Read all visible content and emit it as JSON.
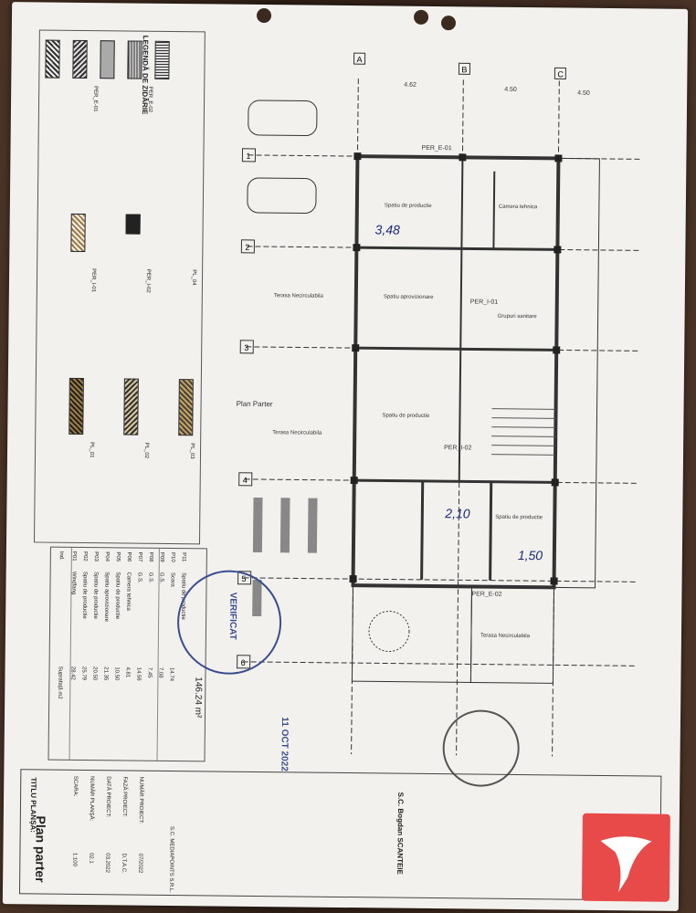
{
  "legend": {
    "title": "LEGENDĂ DE ZIDĂRIE",
    "items": [
      "PER_E-01",
      "PER_E-02",
      "PER_I-01",
      "PER_I-02",
      "PL_01",
      "PL_02",
      "PL_03",
      "PL_04"
    ]
  },
  "plan": {
    "axes_letters": [
      "A",
      "B",
      "C"
    ],
    "axes_numbers": [
      "1",
      "2",
      "3",
      "4",
      "5",
      "6"
    ],
    "dimensions_top": [
      "4.62",
      "4.50",
      "4.50"
    ],
    "rooms": [
      "Spatiu de productie",
      "Spatiu aprovizionare",
      "Spatiu de productie",
      "Spatiu de productie",
      "Grupuri sanitare",
      "Terasa Necirculabila",
      "Terasa Necirculabila",
      "Terasa Necirculabila",
      "Camera tehnica"
    ],
    "wall_labels": [
      "PER_E-01",
      "PER_E-02",
      "PER_I-01",
      "PER_I-02"
    ],
    "handwritten": [
      "3,48",
      "2,10",
      "1,50"
    ],
    "plan_title": "Plan Parter"
  },
  "area_table": {
    "headers": [
      "Ind.",
      "Suprafaţă m2"
    ],
    "rows": [
      {
        "ind": "P01",
        "name": "Windfang",
        "area": "28.42"
      },
      {
        "ind": "P02",
        "name": "Spatiu de productie",
        "area": "25.79"
      },
      {
        "ind": "P03",
        "name": "Spatiu de productie",
        "area": "20.50"
      },
      {
        "ind": "P04",
        "name": "Spatiu aprovizionare",
        "area": "21.35"
      },
      {
        "ind": "P05",
        "name": "Spatiu de productie",
        "area": "10.50"
      },
      {
        "ind": "P06",
        "name": "Camera tehnica",
        "area": "4.81"
      },
      {
        "ind": "P07",
        "name": "G.S.",
        "area": "14.56"
      },
      {
        "ind": "P08",
        "name": "G.S.",
        "area": "7.45"
      },
      {
        "ind": "P09",
        "name": "G.S.",
        "area": "7.08"
      },
      {
        "ind": "P10",
        "name": "Scara",
        "area": "14.74"
      },
      {
        "ind": "P11",
        "name": "Spatiu de productie",
        "area": ""
      }
    ],
    "total": "146.24 m²"
  },
  "title_block": {
    "beneficiar": "S.C. MEDIAPOINTS S.R.L.",
    "titlu_plansa_label": "TITLU PLANŞĂ:",
    "titlu_plansa": "Plan parter",
    "scara_label": "SCARA:",
    "scara": "1:100",
    "faza_label": "FAZĂ PROIECT:",
    "faza": "D.T.A.C.",
    "numar_proiect_label": "NUMĂR PROIECT:",
    "numar_proiect": "07/2022",
    "data_label": "DATĂ PROIECT:",
    "data": "03.2022",
    "plansa_label": "NUMĂR PLANŞĂ:",
    "plansa": "02.1",
    "firm": "S.C. Bogdan SCANTEIE",
    "stamp_text": "11 OCT 2022",
    "verif_stamp": "VERIFICAT"
  },
  "colors": {
    "paper": "#f2f1ee",
    "ink": "#222222",
    "stamp": "#3a4d8f",
    "logo": "#e84a4a"
  }
}
